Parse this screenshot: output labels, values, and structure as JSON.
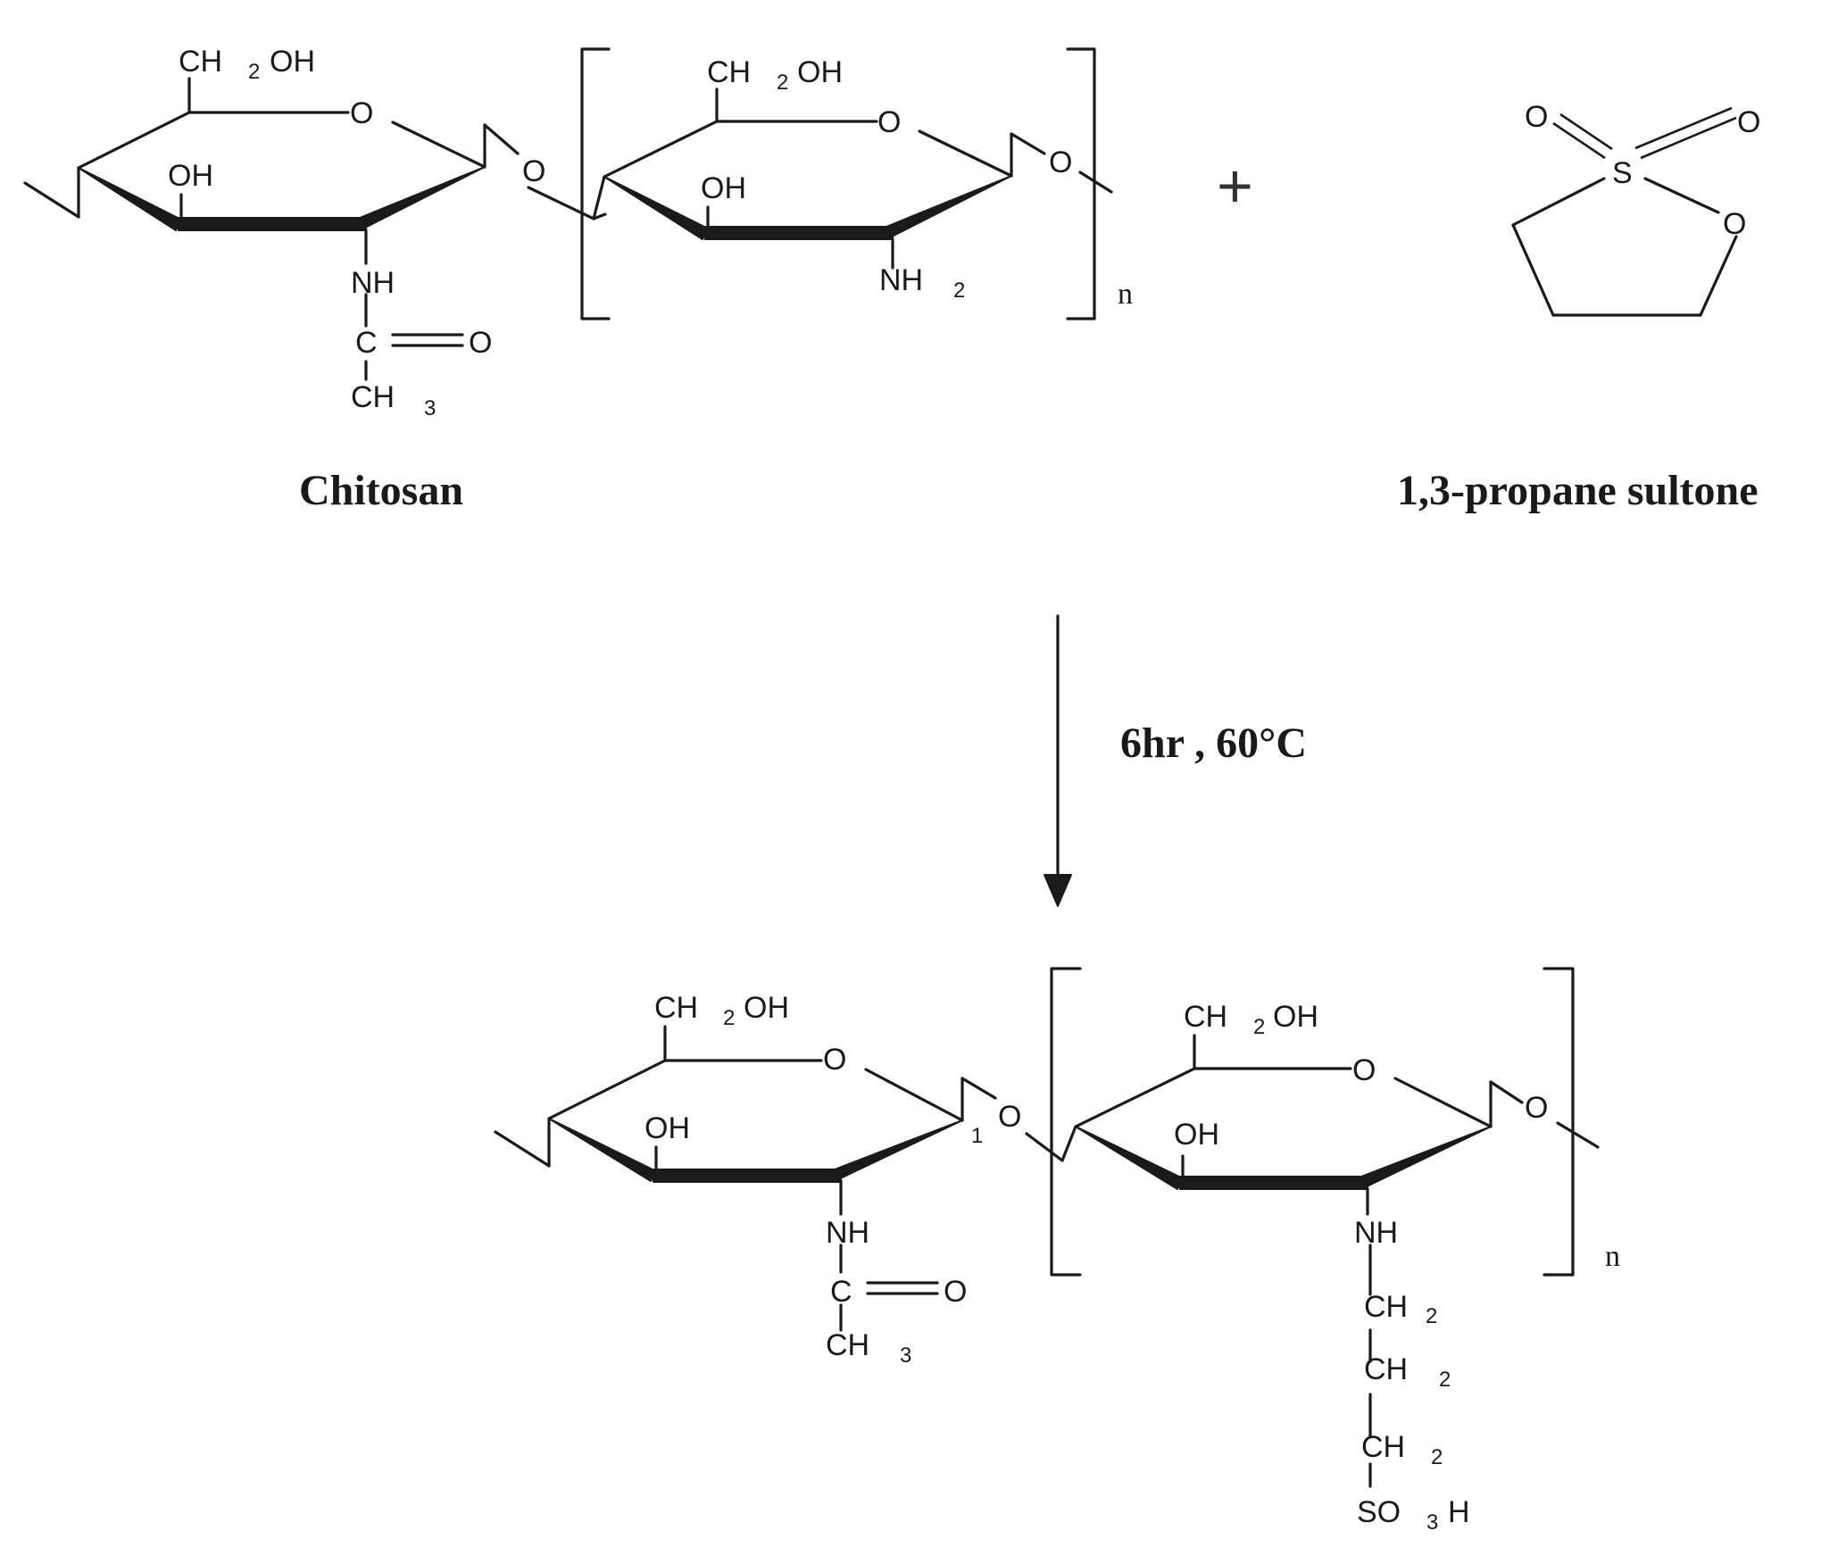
{
  "reactants": {
    "chitosan": {
      "name": "Chitosan"
    },
    "sultone": {
      "name": "1,3-propane sultone",
      "ring_atoms": {
        "s": "S",
        "o_ring": "O",
        "o_top_left": "O",
        "o_top_right": "O"
      }
    },
    "plus": "+"
  },
  "conditions": {
    "label": "6hr , 60°C"
  },
  "groups": {
    "ch": "CH",
    "two": "2",
    "oh": "OH",
    "o": "O",
    "nh": "NH",
    "c": "C",
    "three": "3",
    "ch3_sub": "3",
    "n": "n",
    "so": "SO",
    "h": "H",
    "one": "1"
  }
}
